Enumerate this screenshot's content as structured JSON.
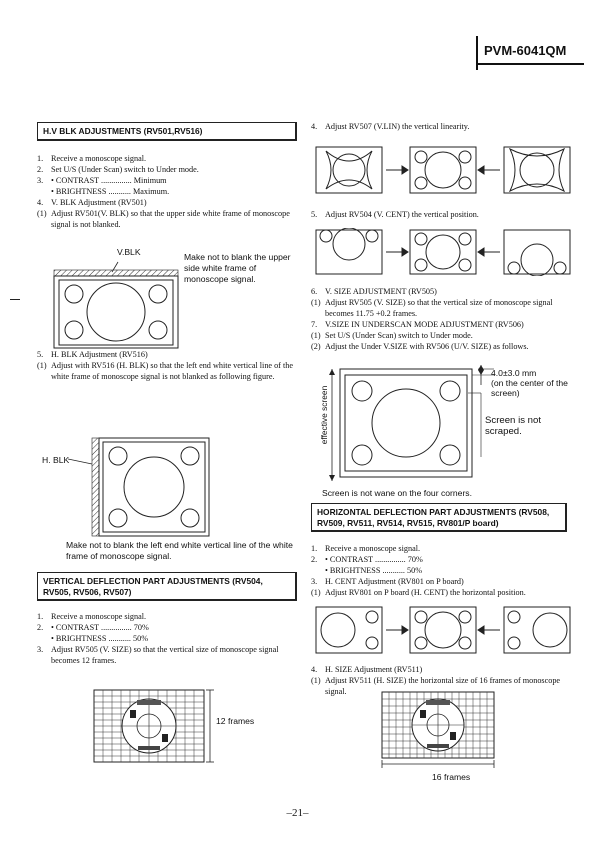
{
  "header": {
    "model": "PVM-6041QM"
  },
  "vblk": {
    "title": "H.V BLK ADJUSTMENTS (RV501,RV516)",
    "items": [
      {
        "n": "1.",
        "t": "Receive a monoscope signal."
      },
      {
        "n": "2.",
        "t": "Set U/S (Under Scan) switch to Under mode."
      },
      {
        "n": "3.",
        "t": "• CONTRAST ............... Minimum"
      },
      {
        "n": "",
        "t": "• BRIGHTNESS ........... Maximum."
      },
      {
        "n": "4.",
        "t": "V. BLK Adjustment (RV501)"
      },
      {
        "n": "(1)",
        "t": "Adjust RV501(V. BLK) so that the upper side white frame of monoscope signal is not blanked."
      }
    ],
    "fig_label": "V.BLK",
    "fig_note": "Make not to blank the upper side white frame of monoscope signal.",
    "items2": [
      {
        "n": "5.",
        "t": "H. BLK Adjustment (RV516)"
      },
      {
        "n": "(1)",
        "t": "Adjust with RV516 (H. BLK) so that the left end white vertical line of the white frame of monoscope signal is not blanked as following figure."
      }
    ],
    "fig2_label": "H. BLK",
    "fig2_note": "Make not to blank the left end white vertical line of the white frame of monoscope signal."
  },
  "vdef": {
    "title": "VERTICAL DEFLECTION PART ADJUSTMENTS (RV504, RV505, RV506, RV507)",
    "items": [
      {
        "n": "1.",
        "t": "Receive a monoscope signal."
      },
      {
        "n": "2.",
        "t": "• CONTRAST ............... 70%"
      },
      {
        "n": "",
        "t": "• BRIGHTNESS ........... 50%"
      },
      {
        "n": "3.",
        "t": "Adjust RV505 (V. SIZE) so that the vertical size of monoscope signal becomes 12 frames."
      }
    ],
    "frames_label": "12 frames"
  },
  "right": {
    "item4": {
      "n": "4.",
      "t": "Adjust RV507 (V.LIN) the vertical linearity."
    },
    "item5": {
      "n": "5.",
      "t": "Adjust RV504 (V. CENT) the vertical position."
    },
    "items6": [
      {
        "n": "6.",
        "t": "V. SIZE ADJUSTMENT (RV505)"
      },
      {
        "n": "(1)",
        "t": "Adjust RV505 (V. SIZE) so that the vertical size of monoscope signal becomes 11.75 +0.2 frames."
      },
      {
        "n": "7.",
        "t": "V.SIZE IN UNDERSCAN MODE ADJUSTMENT (RV506)"
      },
      {
        "n": "(1)",
        "t": "Set U/S (Under Scan) switch to Under mode."
      },
      {
        "n": "(2)",
        "t": "Adjust the Under V.SIZE with RV506 (U/V. SIZE) as follows."
      }
    ],
    "fig_dim": "4.0±3.0 mm",
    "fig_dim2": "(on the center of the screen)",
    "fig_side": "effective screen",
    "fig_scr": "Screen is not scraped.",
    "fig_caption": "Screen is not wane on the four corners."
  },
  "hdef": {
    "title": "HORIZONTAL DEFLECTION PART ADJUSTMENTS (RV508, RV509, RV511, RV514, RV515, RV801/P board)",
    "items": [
      {
        "n": "1.",
        "t": "Receive a monoscope signal."
      },
      {
        "n": "2.",
        "t": "• CONTRAST ............... 70%"
      },
      {
        "n": "",
        "t": "• BRIGHTNESS ........... 50%"
      },
      {
        "n": "3.",
        "t": "H. CENT Adjustment (RV801 on P board)"
      },
      {
        "n": "(1)",
        "t": "Adjust RV801 on P board (H. CENT) the horizontal position."
      }
    ],
    "items2": [
      {
        "n": "4.",
        "t": "H. SIZE Adjustment (RV511)"
      },
      {
        "n": "(1)",
        "t": "Adjust RV511 (H. SIZE) the horizontal size of 16 frames of monoscope signal."
      }
    ],
    "frames_label": "16 frames"
  },
  "footer": {
    "page": "–21–"
  }
}
